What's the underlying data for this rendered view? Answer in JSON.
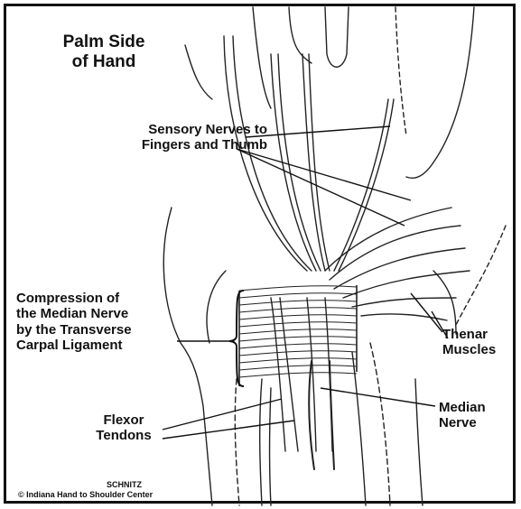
{
  "title": [
    "Palm Side",
    "of Hand"
  ],
  "labels": {
    "sensory": [
      "Sensory Nerves to",
      "Fingers and Thumb"
    ],
    "compression": [
      "Compression of",
      "the Median Nerve",
      "by the Transverse",
      "Carpal Ligament"
    ],
    "thenar": [
      "Thenar",
      "Muscles"
    ],
    "median": [
      "Median",
      "Nerve"
    ],
    "flexor": [
      "Flexor",
      "Tendons"
    ]
  },
  "credit": {
    "artist": "SCHNITZ",
    "org": "© Indiana Hand to Shoulder Center"
  }
}
